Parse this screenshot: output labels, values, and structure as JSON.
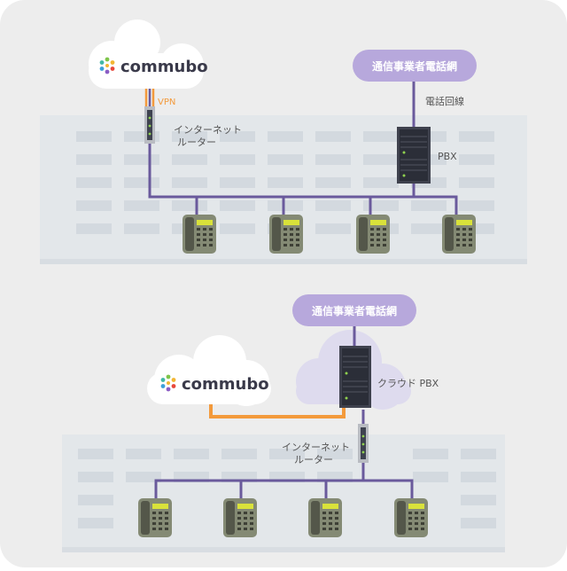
{
  "top_section": {
    "cloud_brand": "commubo",
    "vpn_label": "VPN",
    "carrier_label": "通信事業者電話網",
    "line_label": "電話回線",
    "router_label_1": "インターネット",
    "router_label_2": "ルーター",
    "pbx_label": "PBX"
  },
  "bottom_section": {
    "carrier_label": "通信事業者電話網",
    "cloud_brand": "commubo",
    "cloud_pbx_label": "クラウド PBX",
    "router_label_1": "インターネット",
    "router_label_2": "ルーター"
  },
  "colors": {
    "background": "#ededed",
    "building": "#e3e7ea",
    "window": "#d3d9df",
    "wire": "#6a5a9c",
    "carrier_pill": "#b7a8dc",
    "vpn_orange": "#f39a3c",
    "pbx_cloud": "#dedbee",
    "text": "#555555"
  }
}
